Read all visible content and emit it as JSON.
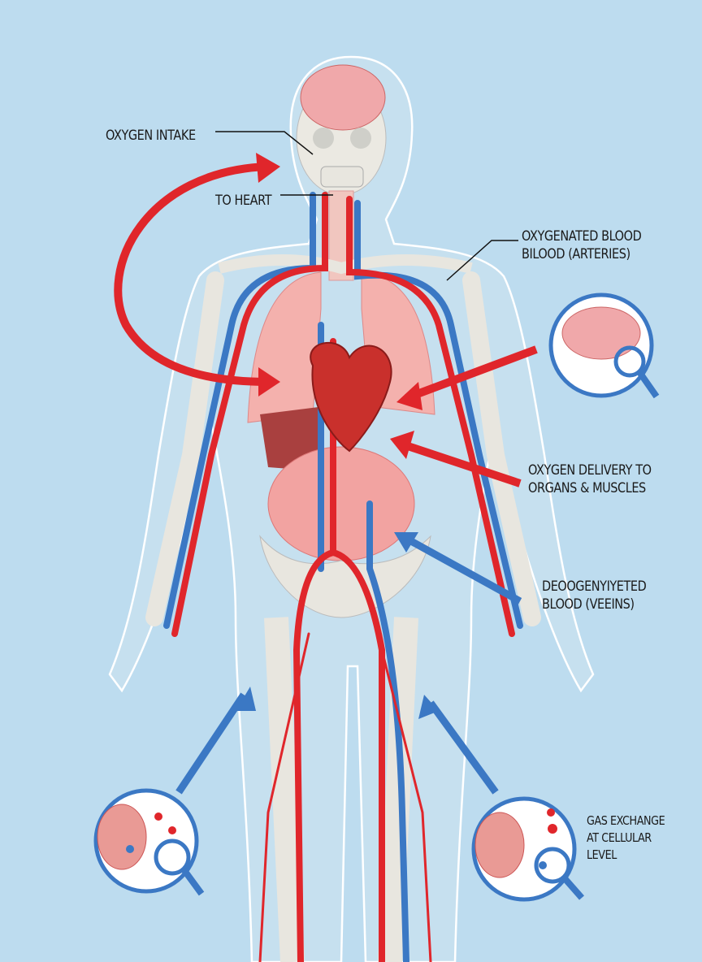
{
  "labels": {
    "oxygen_intake": "OXYGEN INTAKE",
    "to_heart": "TO HEART",
    "oxygenated_1": "OXYGENATED BLOOD",
    "oxygenated_2": "BILOOD (ARTERIES)",
    "delivery_1": "OXYGEN DELIVERY TO",
    "delivery_2": "ORGANS & MUSCLES",
    "deoxy_1": "DEOOGENYIYETED",
    "deoxy_2": "BLOOD (VEEINS)",
    "gas_1": "GAS EXCHANGE",
    "gas_2": "AT CELLULAR",
    "gas_3": "LEVEL"
  },
  "colors": {
    "artery": "#e0262b",
    "vein": "#3b78c4",
    "background": "#bddcef",
    "bone": "#e8e6df",
    "organ": "#f2a7a5"
  }
}
